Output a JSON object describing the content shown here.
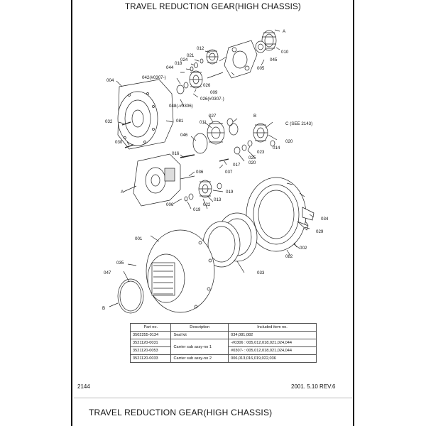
{
  "title": "TRAVEL REDUCTION GEAR(HIGH CHASSIS)",
  "callouts": [
    {
      "id": "A1",
      "text": "A"
    },
    {
      "id": "c010",
      "text": "010"
    },
    {
      "id": "c045",
      "text": "045"
    },
    {
      "id": "c005",
      "text": "005"
    },
    {
      "id": "c012",
      "text": "012"
    },
    {
      "id": "c021",
      "text": "021"
    },
    {
      "id": "c024",
      "text": "024"
    },
    {
      "id": "c018",
      "text": "018"
    },
    {
      "id": "c044",
      "text": "044"
    },
    {
      "id": "c004",
      "text": "004"
    },
    {
      "id": "c042",
      "text": "042(#0307-)"
    },
    {
      "id": "c026",
      "text": "026"
    },
    {
      "id": "c009",
      "text": "009"
    },
    {
      "id": "c026b",
      "text": "026(#0307-)"
    },
    {
      "id": "c048",
      "text": "048(-#0306)"
    },
    {
      "id": "c032",
      "text": "032"
    },
    {
      "id": "c081",
      "text": "081"
    },
    {
      "id": "c027",
      "text": "027"
    },
    {
      "id": "B1",
      "text": "B"
    },
    {
      "id": "C1",
      "text": "C (SEE 2143)"
    },
    {
      "id": "c011",
      "text": "011"
    },
    {
      "id": "c046",
      "text": "046"
    },
    {
      "id": "c020",
      "text": "020"
    },
    {
      "id": "c014",
      "text": "014"
    },
    {
      "id": "c030",
      "text": "030"
    },
    {
      "id": "c023",
      "text": "023"
    },
    {
      "id": "c016",
      "text": "016"
    },
    {
      "id": "c025",
      "text": "025"
    },
    {
      "id": "c020b",
      "text": "020"
    },
    {
      "id": "c017",
      "text": "017"
    },
    {
      "id": "c036",
      "text": "036"
    },
    {
      "id": "c037",
      "text": "037"
    },
    {
      "id": "A2",
      "text": "A"
    },
    {
      "id": "c019",
      "text": "019"
    },
    {
      "id": "c013",
      "text": "013"
    },
    {
      "id": "c006",
      "text": "006"
    },
    {
      "id": "c022",
      "text": "022"
    },
    {
      "id": "c019b",
      "text": "019"
    },
    {
      "id": "c034",
      "text": "034"
    },
    {
      "id": "c029",
      "text": "029"
    },
    {
      "id": "c001",
      "text": "001"
    },
    {
      "id": "c002",
      "text": "002"
    },
    {
      "id": "c082",
      "text": "082"
    },
    {
      "id": "c035",
      "text": "035"
    },
    {
      "id": "c047",
      "text": "047"
    },
    {
      "id": "c033",
      "text": "033"
    },
    {
      "id": "B2",
      "text": "B"
    }
  ],
  "table": {
    "headers": [
      "Part no.",
      "Description",
      "Included item no."
    ],
    "rows": [
      {
        "part": "3502255-0134",
        "desc": "Seal kit",
        "items": "034,081,082"
      },
      {
        "part": "3521120-0031",
        "desc": "Carrier sub assy-no 1",
        "items": "-#0306 : 005,012,018,021,024,044"
      },
      {
        "part": "3521120-0053",
        "desc": "",
        "items": "#0307- : 005,012,018,021,024,044"
      },
      {
        "part": "3521120-0033",
        "desc": "Carrier sub assy-no 2",
        "items": "006,013,016,019,022,036"
      }
    ]
  },
  "footer": {
    "page": "2144",
    "revision": "2001. 5.10 REV.6"
  },
  "caption": "TRAVEL REDUCTION GEAR(HIGH CHASSIS)"
}
